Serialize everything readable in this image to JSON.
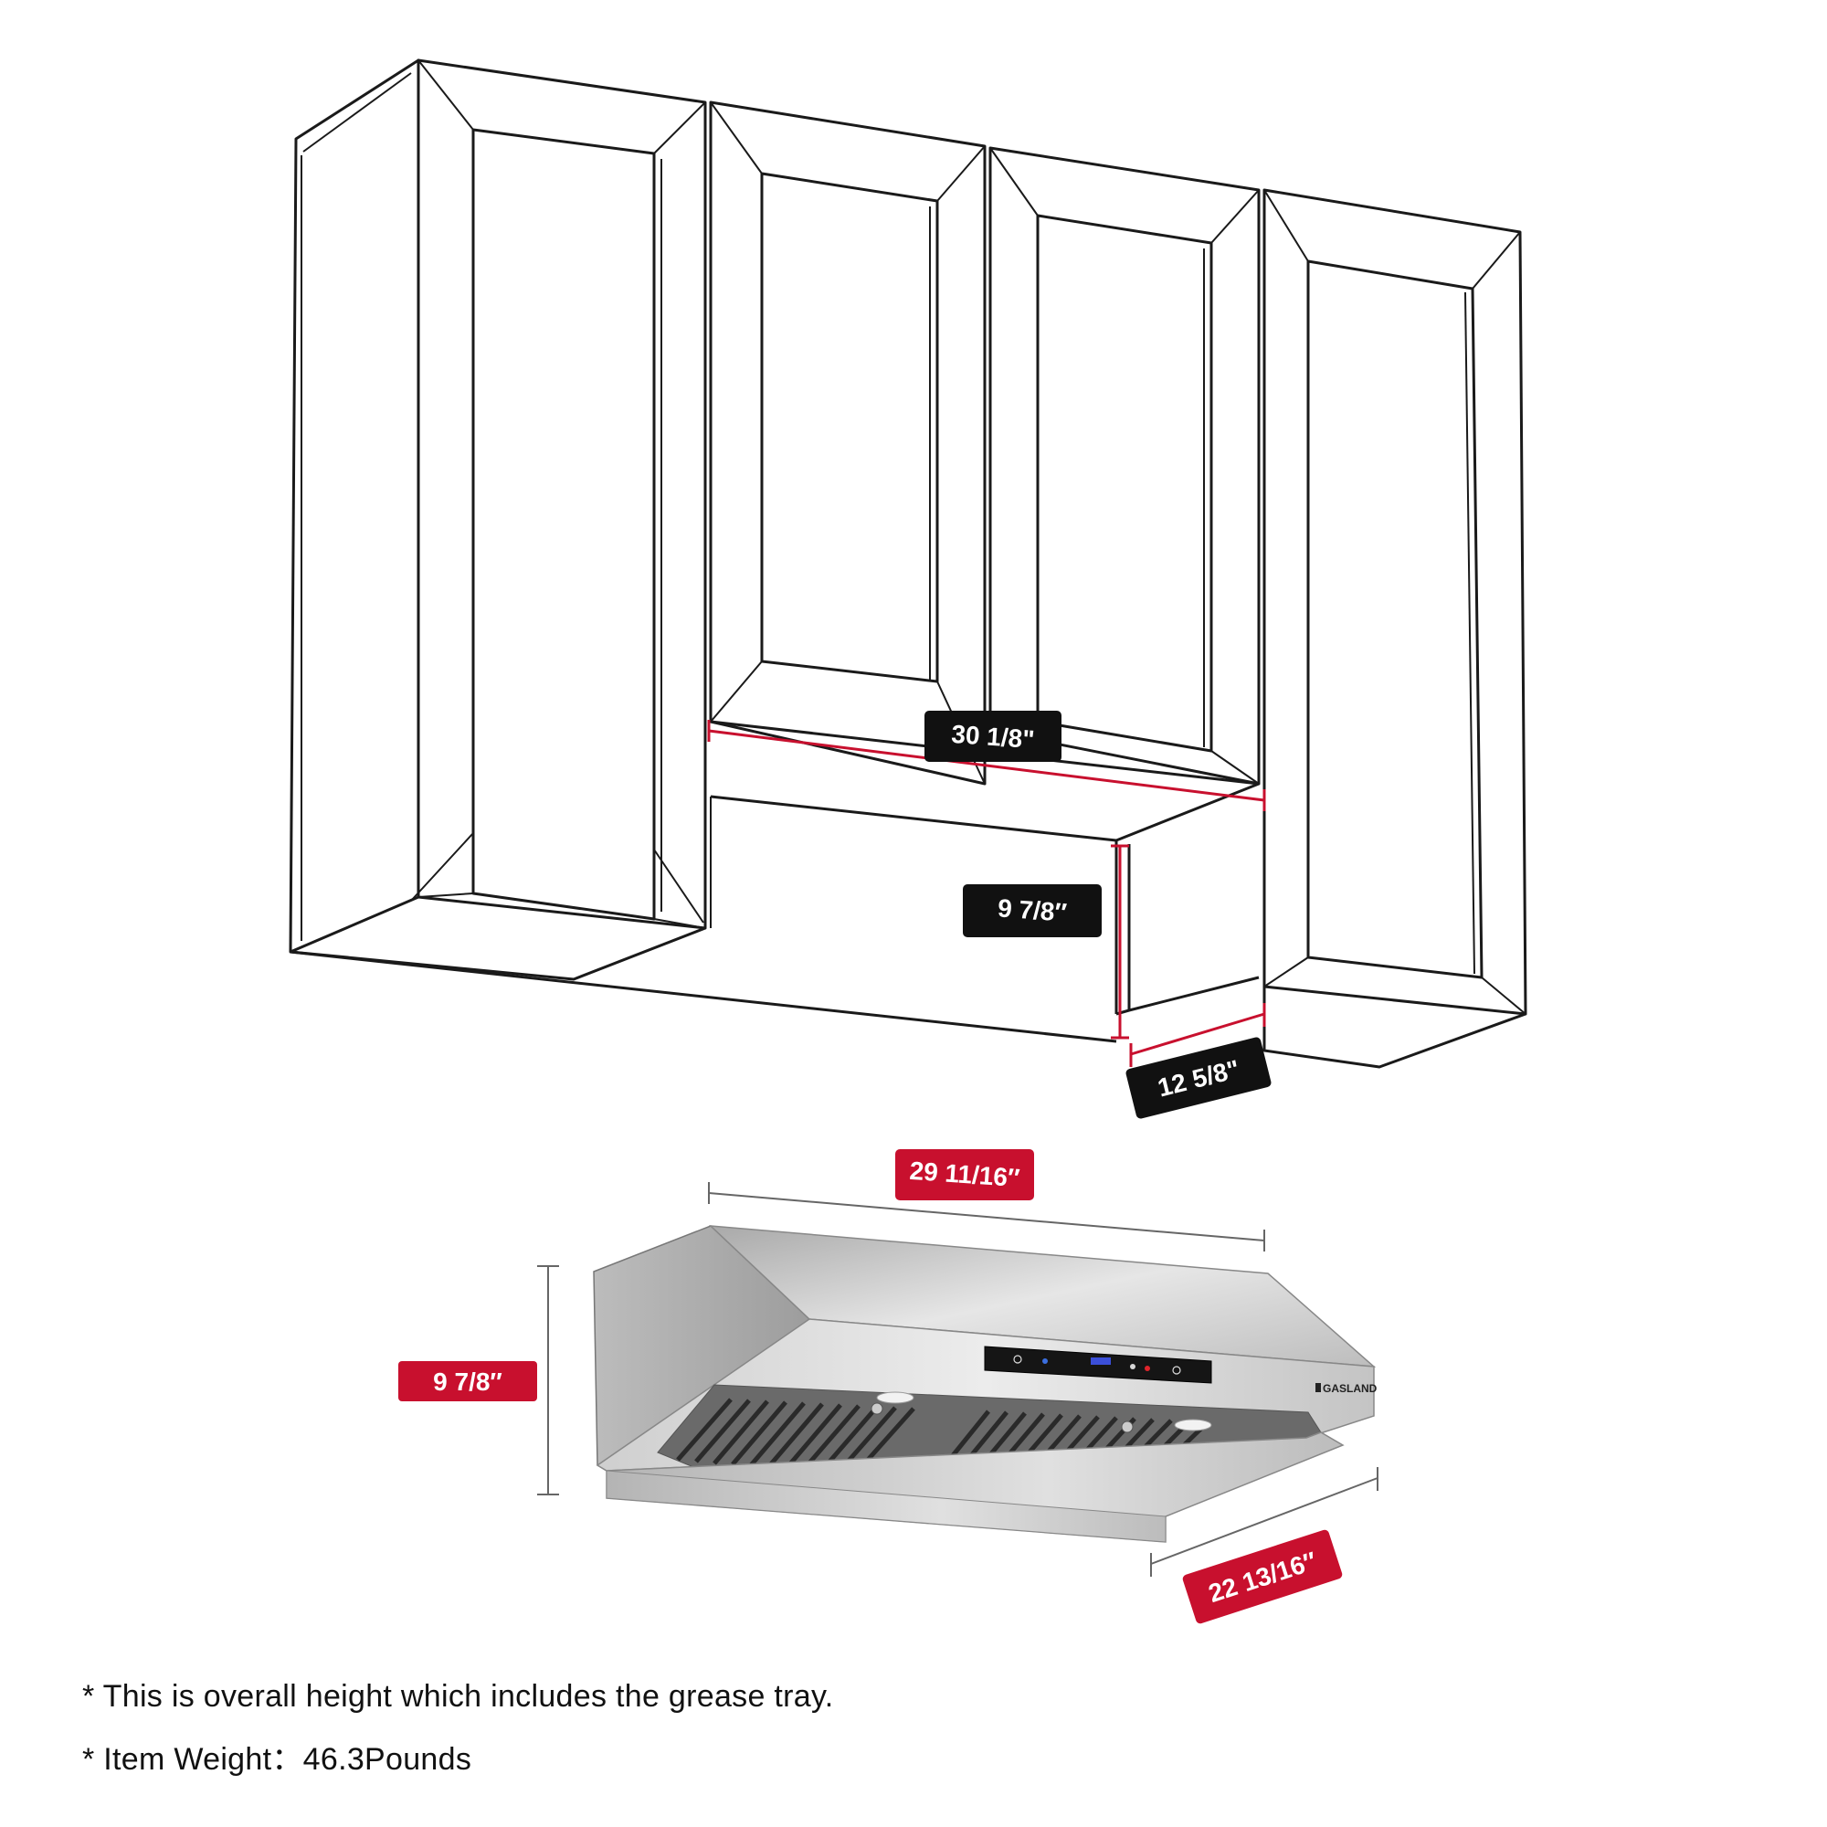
{
  "dimensions": {
    "cabinet_opening_width": "30 1/8\"",
    "cabinet_opening_height": "9 7/8″",
    "cabinet_opening_depth": "12 5/8\"",
    "hood_width": "29 11/16″",
    "hood_height": "9 7/8″",
    "hood_depth": "22 13/16″"
  },
  "brand": "GASLAND",
  "notes": [
    "* This is overall height which includes the grease tray.",
    "* Item Weight：46.3Pounds"
  ],
  "colors": {
    "dimension_red": "#c8102e",
    "label_dark": "#111111",
    "steel": "#c9c9c9"
  }
}
